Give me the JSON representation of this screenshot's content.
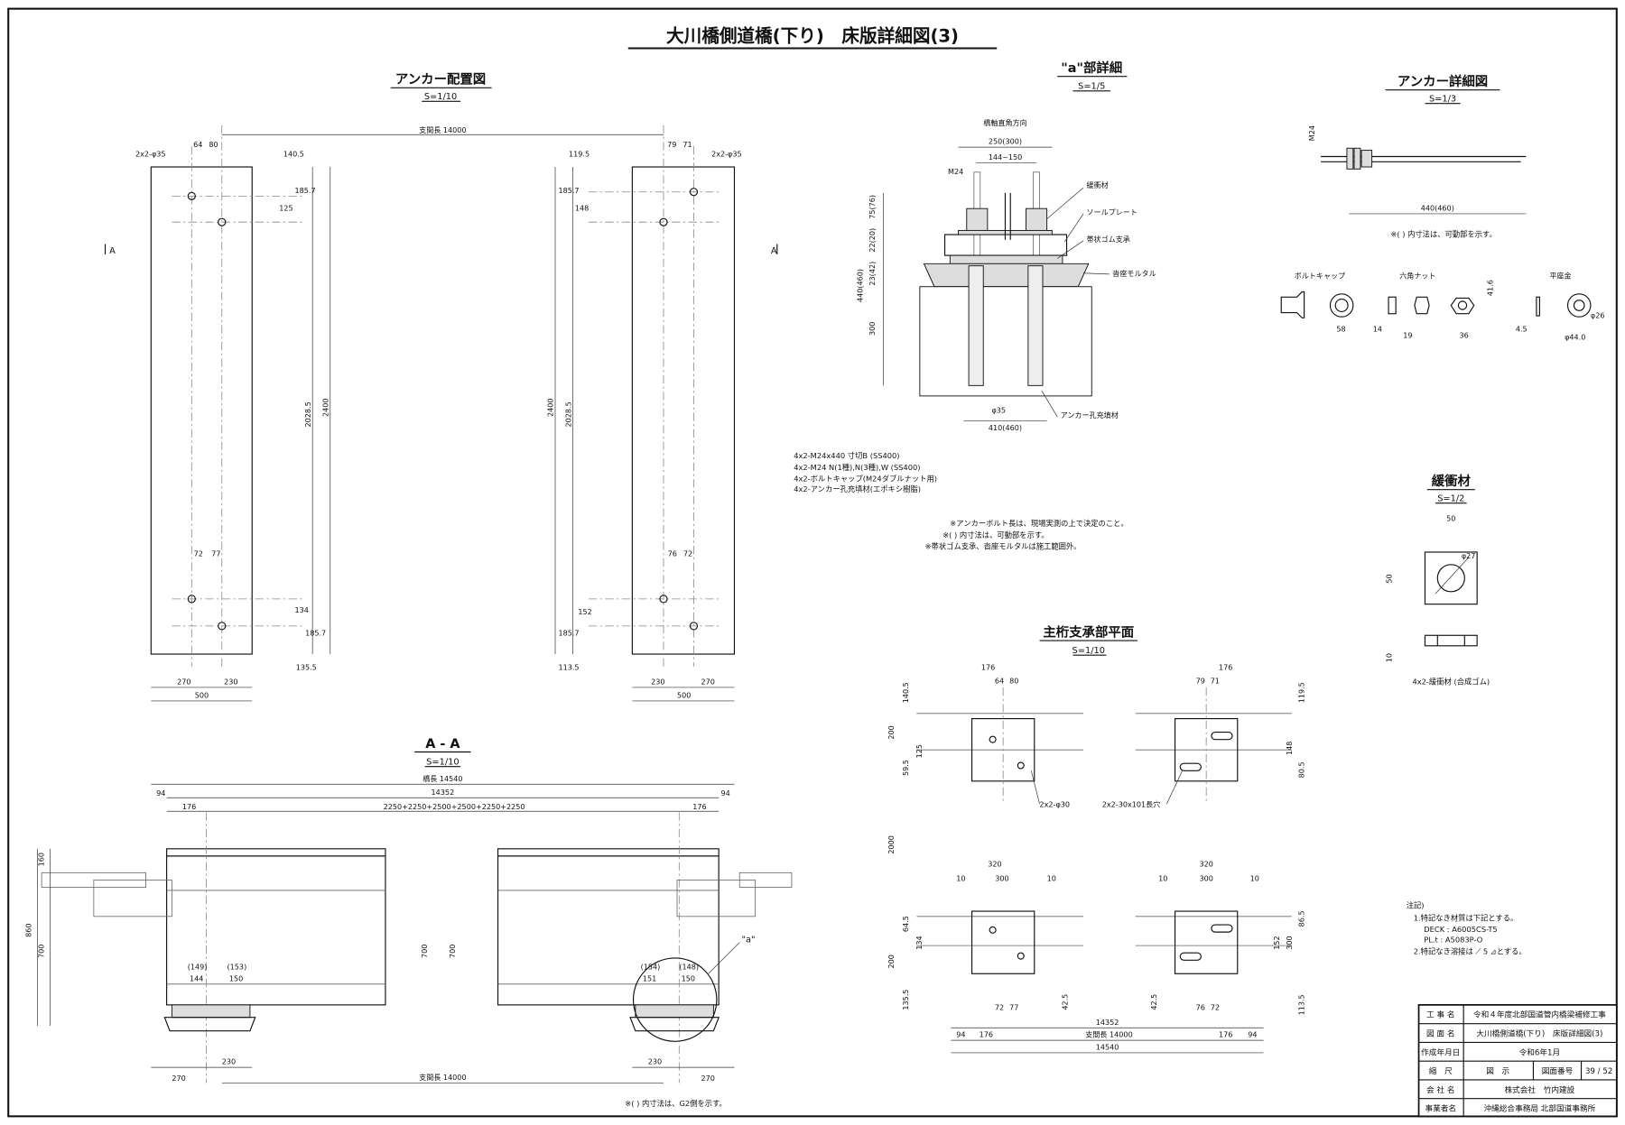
{
  "title": "大川橋側道橋(下り)　床版詳細図(3)",
  "anchor_layout": {
    "heading": "アンカー配置図",
    "scale": "S=1/10",
    "span": "支間長 14000",
    "hole_left": "2x2-φ35",
    "hole_right": "2x2-φ35",
    "section_mark": "A",
    "dims_left_top": [
      "64",
      "80",
      "140.5",
      "185.7",
      "125"
    ],
    "dims_right_top": [
      "79",
      "71",
      "119.5",
      "185.7",
      "148"
    ],
    "dims_left_bottom": [
      "72",
      "77",
      "134",
      "185.7",
      "135.5"
    ],
    "dims_right_bottom": [
      "76",
      "72",
      "152",
      "185.7",
      "113.5"
    ],
    "len_2400": "2400",
    "len_2028": "2028.5",
    "width_left": [
      "270",
      "230",
      "500"
    ],
    "width_right": [
      "230",
      "270",
      "500"
    ]
  },
  "detail_a": {
    "heading": "\"a\"部詳細",
    "scale": "S=1/5",
    "direction": "橋軸直角方向",
    "dims": [
      "250(300)",
      "144~150",
      "M24",
      "75(76)",
      "22(20)",
      "23(42)",
      "440(460)",
      "300",
      "φ35",
      "410(460)"
    ],
    "labels": [
      "緩衝材",
      "ソールプレート",
      "帯状ゴム支承",
      "沓座モルタル",
      "アンカー孔充填材"
    ],
    "materials": [
      "4x2-M24x440 寸切B (SS400)",
      "4x2-M24 N(1種),N(3種),W (SS400)",
      "4x2-ボルトキャップ(M24ダブルナット用)",
      "4x2-アンカー孔充填材(エポキシ樹脂)"
    ],
    "notes": [
      "※アンカーボルト長は、現場実測の上で決定のこと。",
      "※( ) 内寸法は、可動部を示す。",
      "※帯状ゴム支承、沓座モルタルは施工範囲外。"
    ]
  },
  "anchor_detail": {
    "heading": "アンカー詳細図",
    "scale": "S=1/3",
    "m24": "M24",
    "length": "440(460)",
    "note": "※( ) 内寸法は、可動部を示す。",
    "parts": [
      {
        "name": "ボルトキャップ",
        "dims": [
          "58"
        ]
      },
      {
        "name": "六角ナット",
        "dims": [
          "14",
          "19",
          "36",
          "41.6"
        ]
      },
      {
        "name": "平座金",
        "dims": [
          "4.5",
          "φ44.0",
          "φ26"
        ]
      }
    ]
  },
  "cushion": {
    "heading": "緩衝材",
    "scale": "S=1/2",
    "dims": [
      "50",
      "50",
      "φ27",
      "10"
    ],
    "caption": "4x2-緩衝材 (合成ゴム)"
  },
  "bearing_plan": {
    "heading": "主桁支承部平面",
    "scale": "S=1/10",
    "top_dims": [
      "176",
      "64",
      "80",
      "176",
      "79",
      "71",
      "140.5",
      "119.5",
      "200",
      "125",
      "59.5",
      "148",
      "80.5"
    ],
    "hole_label": "2x2-φ30",
    "slot_label": "2x2-30x101長穴",
    "mid": "2000",
    "bottom_dims": [
      "320",
      "300",
      "10",
      "10",
      "320",
      "300",
      "10",
      "10",
      "64.5",
      "134",
      "200",
      "135.5",
      "72",
      "77",
      "42.5",
      "76",
      "72",
      "42.5",
      "152",
      "300",
      "86.5",
      "113.5"
    ],
    "total": "14352",
    "span": "支間長 14000",
    "overall": "14540",
    "ends": [
      "94",
      "176",
      "176",
      "94"
    ]
  },
  "section_aa": {
    "heading": "A - A",
    "scale": "S=1/10",
    "overall": "橋長 14540",
    "inner": "14352",
    "ends": [
      "94",
      "94",
      "176",
      "176"
    ],
    "spacing": "2250+2250+2500+2500+2250+2250",
    "heights": [
      "160",
      "860",
      "700",
      "700"
    ],
    "bearing_left": [
      "(149)",
      "144",
      "(153)",
      "150"
    ],
    "bearing_right": [
      "(154)",
      "151",
      "(148)",
      "150"
    ],
    "bottom": [
      "270",
      "230",
      "230",
      "270"
    ],
    "span": "支間長 14000",
    "callout": "\"a\"",
    "note": "※( ) 内寸法は、G2側を示す。"
  },
  "general_notes": {
    "heading": "注記)",
    "lines": [
      "1.特記なき材質は下記とする。",
      "DECK : A6005CS-T5",
      "PL.t : A5083P-O",
      "2.特記なき溶接は ⟋ 5 ⊿とする。"
    ]
  },
  "title_block": {
    "rows": [
      {
        "label": "工 事 名",
        "value": "令和４年度北部国道管内橋梁補修工事"
      },
      {
        "label": "図 面 名",
        "value": "大川橋側道橋(下り)　床版詳細図(3)"
      },
      {
        "label": "作成年月日",
        "value": "令和6年1月"
      },
      {
        "label": "縮　尺",
        "value": "図　示",
        "label2": "図面番号",
        "value2": "39 / 52"
      },
      {
        "label": "会 社 名",
        "value": "株式会社　竹内建設"
      },
      {
        "label": "事業者名",
        "value": "沖縄総合事務局 北部国道事務所"
      }
    ]
  }
}
